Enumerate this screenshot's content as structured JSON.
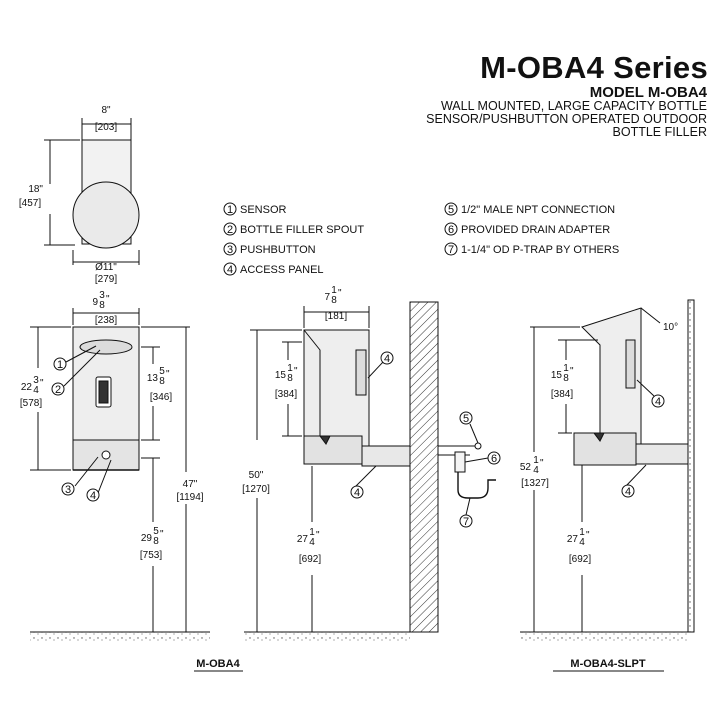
{
  "header": {
    "series_title": "M-OBA4 Series",
    "model": "MODEL M-OBA4",
    "description_lines": [
      "WALL MOUNTED, LARGE CAPACITY BOTTLE",
      "SENSOR/PUSHBUTTON OPERATED OUTDOOR",
      "BOTTLE FILLER"
    ]
  },
  "legend": [
    {
      "num": "1",
      "text": "SENSOR"
    },
    {
      "num": "2",
      "text": "BOTTLE FILLER SPOUT"
    },
    {
      "num": "3",
      "text": "PUSHBUTTON"
    },
    {
      "num": "4",
      "text": "ACCESS PANEL"
    },
    {
      "num": "5",
      "text": "1/2\" MALE NPT CONNECTION"
    },
    {
      "num": "6",
      "text": "PROVIDED DRAIN ADAPTER"
    },
    {
      "num": "7",
      "text": "1-1/4\" OD P-TRAP BY OTHERS"
    }
  ],
  "top_view": {
    "width_in": "8\"",
    "width_mm": "[203]",
    "depth_in": "18\"",
    "depth_mm": "[457]",
    "dia_in": "Ø11\"",
    "dia_mm": "[279]"
  },
  "front_view": {
    "width_whole": "9",
    "width_num": "3",
    "width_den": "8",
    "width_in_mark": "\"",
    "width_mm": "[238]",
    "height_whole": "22",
    "height_num": "3",
    "height_den": "4",
    "height_in_mark": "\"",
    "height_mm": "[578]",
    "upper_whole": "13",
    "upper_num": "5",
    "upper_den": "8",
    "upper_in_mark": "\"",
    "upper_mm": "[346]",
    "total_in": "47\"",
    "total_mm": "[1194]",
    "lower_whole": "29",
    "lower_num": "5",
    "lower_den": "8",
    "lower_in_mark": "\"",
    "lower_mm": "[753]",
    "label": "M-OBA4"
  },
  "side_view": {
    "top_whole": "7",
    "top_num": "1",
    "top_den": "8",
    "top_in_mark": "\"",
    "top_mm": "[181]",
    "upper_whole": "15",
    "upper_num": "1",
    "upper_den": "8",
    "upper_in_mark": "\"",
    "upper_mm": "[384]",
    "total_in": "50\"",
    "total_mm": "[1270]",
    "lower_whole": "27",
    "lower_num": "1",
    "lower_den": "4",
    "lower_in_mark": "\"",
    "lower_mm": "[692]"
  },
  "slpt_view": {
    "angle": "10°",
    "upper_whole": "15",
    "upper_num": "1",
    "upper_den": "8",
    "upper_in_mark": "\"",
    "upper_mm": "[384]",
    "total_whole": "52",
    "total_num": "1",
    "total_den": "4",
    "total_in_mark": "\"",
    "total_mm": "[1327]",
    "lower_whole": "27",
    "lower_num": "1",
    "lower_den": "4",
    "lower_in_mark": "\"",
    "lower_mm": "[692]",
    "label": "M-OBA4-SLPT"
  },
  "callouts": {
    "c1": "1",
    "c2": "2",
    "c3": "3",
    "c4": "4",
    "c5": "5",
    "c6": "6",
    "c7": "7"
  }
}
